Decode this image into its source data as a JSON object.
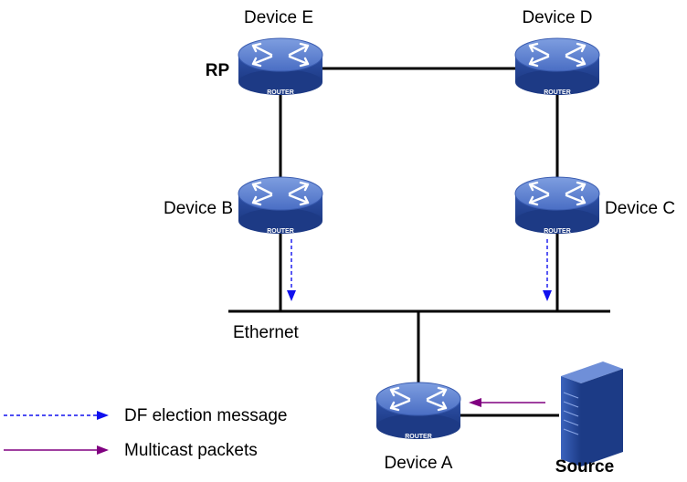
{
  "devices": {
    "e": {
      "label": "Device E",
      "role": "RP",
      "badge": "ROUTER"
    },
    "d": {
      "label": "Device D",
      "badge": "ROUTER"
    },
    "b": {
      "label": "Device B",
      "badge": "ROUTER"
    },
    "c": {
      "label": "Device C",
      "badge": "ROUTER"
    },
    "a": {
      "label": "Device A",
      "badge": "ROUTER"
    }
  },
  "segment_label": "Ethernet",
  "source_label": "Source",
  "legend": {
    "df": {
      "label": "DF election  message",
      "color": "#1010ee"
    },
    "mc": {
      "label": "Multicast packets",
      "color": "#800080"
    }
  },
  "colors": {
    "router_top": "#5b7fd0",
    "router_body": "#2f52a8",
    "router_dark": "#1d3a85",
    "link": "#000000",
    "server": "#2a4d9e"
  }
}
